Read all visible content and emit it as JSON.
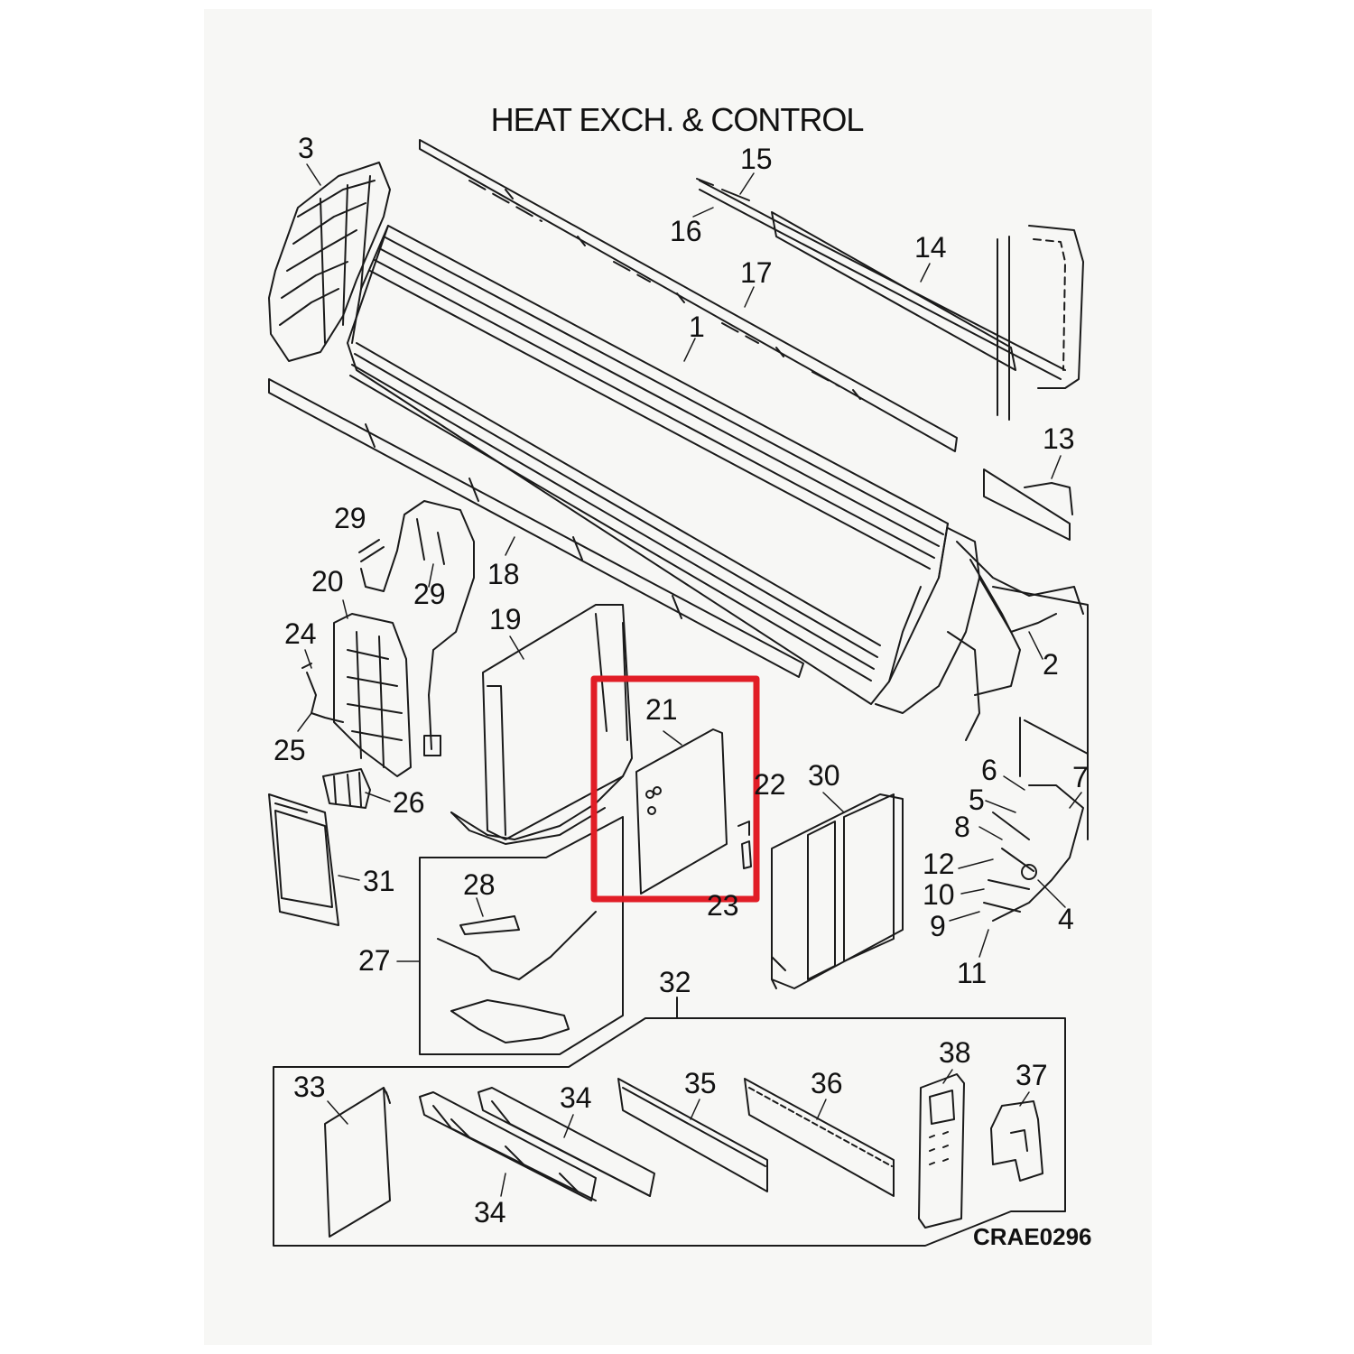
{
  "diagram": {
    "title": "HEAT EXCH. & CONTROL",
    "drawing_code": "CRAE0296",
    "highlight_color": "#e11d26",
    "line_color": "#1a1a1a",
    "highlighted_part": "21",
    "callouts": [
      {
        "id": "c1",
        "label": "1"
      },
      {
        "id": "c2",
        "label": "2"
      },
      {
        "id": "c3",
        "label": "3"
      },
      {
        "id": "c4",
        "label": "4"
      },
      {
        "id": "c5",
        "label": "5"
      },
      {
        "id": "c6",
        "label": "6"
      },
      {
        "id": "c7",
        "label": "7"
      },
      {
        "id": "c8",
        "label": "8"
      },
      {
        "id": "c9",
        "label": "9"
      },
      {
        "id": "c10",
        "label": "10"
      },
      {
        "id": "c11",
        "label": "11"
      },
      {
        "id": "c12",
        "label": "12"
      },
      {
        "id": "c13",
        "label": "13"
      },
      {
        "id": "c14",
        "label": "14"
      },
      {
        "id": "c15",
        "label": "15"
      },
      {
        "id": "c16",
        "label": "16"
      },
      {
        "id": "c17",
        "label": "17"
      },
      {
        "id": "c18",
        "label": "18"
      },
      {
        "id": "c19",
        "label": "19"
      },
      {
        "id": "c20",
        "label": "20"
      },
      {
        "id": "c21",
        "label": "21"
      },
      {
        "id": "c22",
        "label": "22"
      },
      {
        "id": "c23",
        "label": "23"
      },
      {
        "id": "c24",
        "label": "24"
      },
      {
        "id": "c25",
        "label": "25"
      },
      {
        "id": "c26",
        "label": "26"
      },
      {
        "id": "c27",
        "label": "27"
      },
      {
        "id": "c28",
        "label": "28"
      },
      {
        "id": "c29a",
        "label": "29"
      },
      {
        "id": "c29b",
        "label": "29"
      },
      {
        "id": "c30",
        "label": "30"
      },
      {
        "id": "c31",
        "label": "31"
      },
      {
        "id": "c32",
        "label": "32"
      },
      {
        "id": "c33",
        "label": "33"
      },
      {
        "id": "c34a",
        "label": "34"
      },
      {
        "id": "c34b",
        "label": "34"
      },
      {
        "id": "c35",
        "label": "35"
      },
      {
        "id": "c36",
        "label": "36"
      },
      {
        "id": "c37",
        "label": "37"
      },
      {
        "id": "c38",
        "label": "38"
      }
    ]
  }
}
